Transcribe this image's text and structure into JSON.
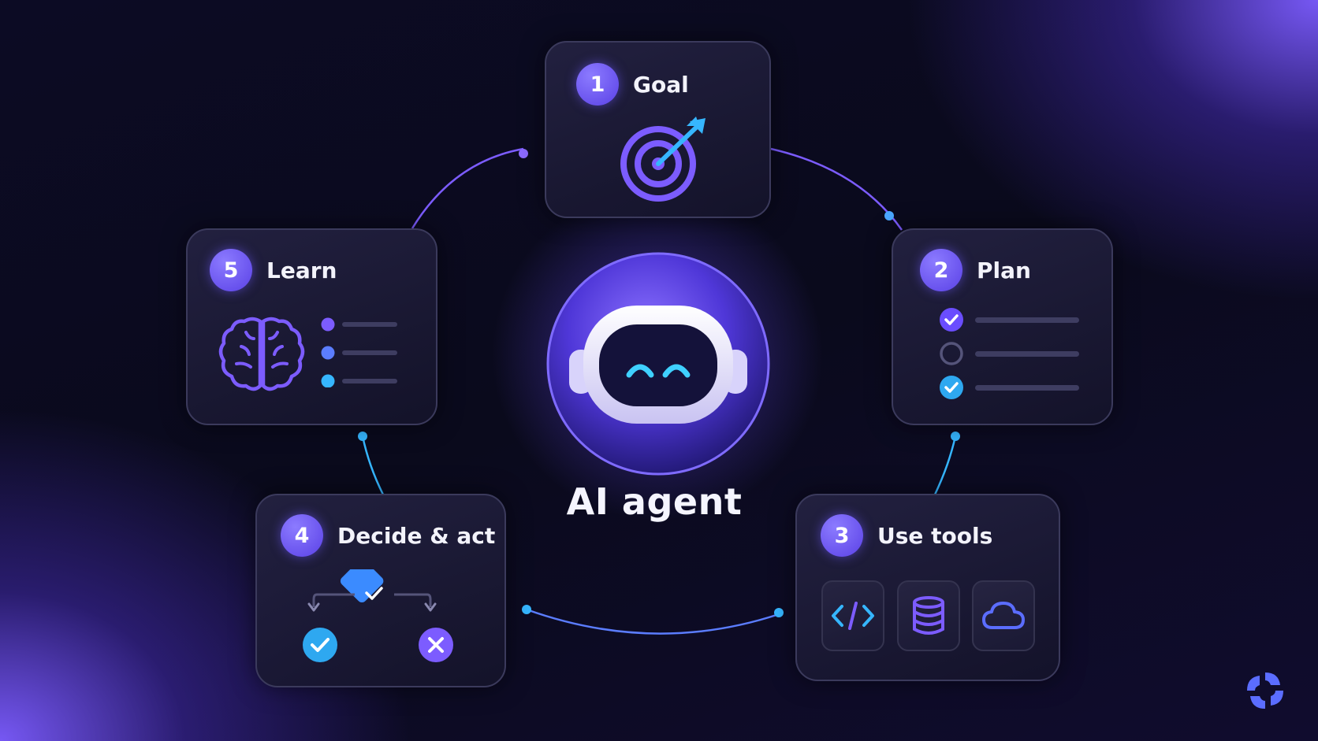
{
  "center": {
    "title": "AI agent",
    "icon": "robot-icon"
  },
  "steps": [
    {
      "number": "1",
      "title": "Goal",
      "icon": "target-icon"
    },
    {
      "number": "2",
      "title": "Plan",
      "icon": "checklist-icon"
    },
    {
      "number": "3",
      "title": "Use tools",
      "icon": "toolbox-icon",
      "tools": [
        "code-icon",
        "database-icon",
        "cloud-icon"
      ]
    },
    {
      "number": "4",
      "title": "Decide & act",
      "icon": "decision-flow-icon"
    },
    {
      "number": "5",
      "title": "Learn",
      "icon": "brain-icon"
    }
  ],
  "colors": {
    "accent": "#7c5cff",
    "cyan": "#36b6ff",
    "background": "#0a0a1f",
    "card_border": "#3b3a5c"
  },
  "brand": {
    "icon": "logo-icon"
  }
}
